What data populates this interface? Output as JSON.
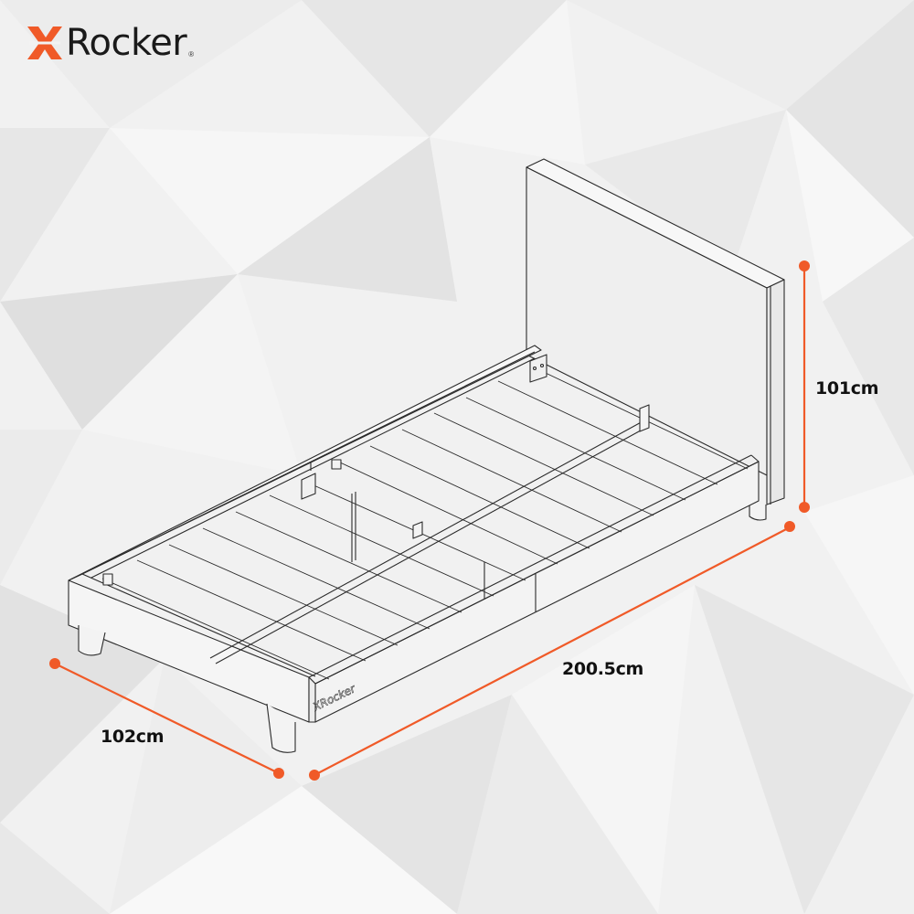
{
  "brand": {
    "name": "Rocker",
    "x_mark": "X",
    "registered": "®",
    "accent_color": "#f05a28",
    "text_color": "#1a1a1a"
  },
  "product": {
    "type": "single-bed-frame-line-drawing",
    "footboard_logo": "XRocker"
  },
  "dimensions": {
    "height": "101cm",
    "length": "200.5cm",
    "width": "102cm"
  },
  "colors": {
    "background": "#f2f2f2",
    "dimension_line": "#f05a28",
    "outline": "#2b2b2b"
  }
}
